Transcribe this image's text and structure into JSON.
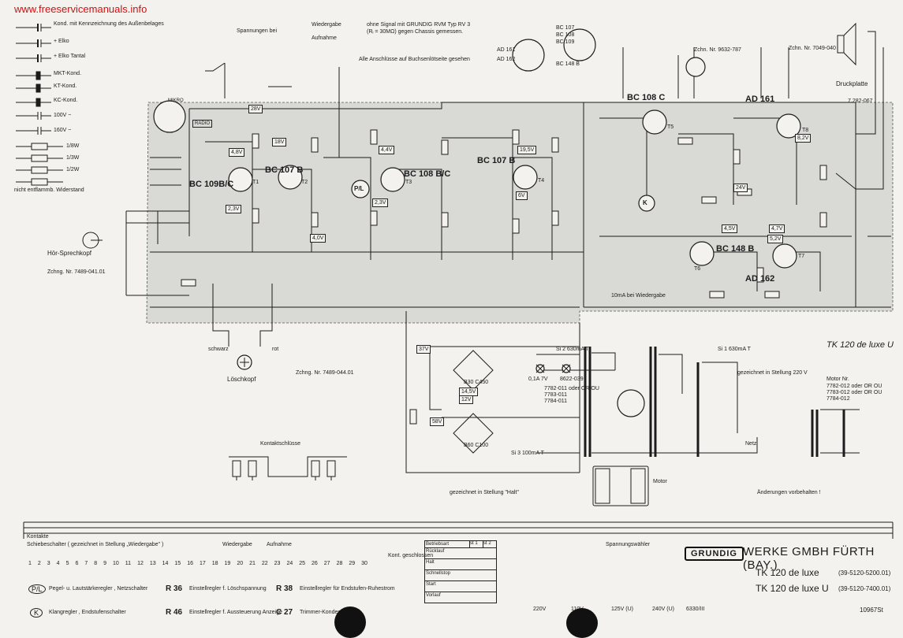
{
  "header": {
    "url": "www.freeservicemanuals.info"
  },
  "component_legend": [
    "Kond. mit Kennzeichnung des Außenbelages",
    "+ Elko",
    "+ Elko Tantal",
    "MKT-Kond.",
    "KT-Kond.",
    "KC-Kond.",
    "100V ~",
    "160V ~",
    "1/8W",
    "1/3W",
    "1/2W",
    "nicht entflammb. Widerstand"
  ],
  "notes": {
    "voltages": "Spannungen bei",
    "playback": "Wiedergabe",
    "record": "Aufnahme",
    "meter_note": "ohne Signal mit GRUNDIG RVM Typ RV 3",
    "measure_note": "(Rᵢ = 30MΩ) gegen Chassis gemessen.",
    "connections_note": "Alle Anschlüsse auf Buchsenlötseite gesehen",
    "printed_board": "Druckplatte",
    "board_no": "7.282-067"
  },
  "transistors": [
    {
      "id": "bc109",
      "label": "BC 109B/C",
      "name": "T1"
    },
    {
      "id": "bc107a",
      "label": "BC 107 B",
      "name": "T2"
    },
    {
      "id": "bc108a",
      "label": "BC 108 B/C",
      "name": "T3"
    },
    {
      "id": "bc107b",
      "label": "BC 107 B",
      "name": "T4"
    },
    {
      "id": "bc108c",
      "label": "BC 108 C",
      "name": "T5"
    },
    {
      "id": "ad161",
      "label": "AD 161",
      "name": "T8"
    },
    {
      "id": "bc148",
      "label": "BC 148 B",
      "name": "T6"
    },
    {
      "id": "ad162",
      "label": "AD 162",
      "name": "T7"
    }
  ],
  "top_semis": [
    "AD 161",
    "AD 162",
    "BC 107",
    "BC 108",
    "BC 109",
    "BC 148 B"
  ],
  "voltages": [
    "28V",
    "18V",
    "8,2V",
    "4,8V",
    "2,3V",
    "4,0V",
    "4,4V",
    "19,5V",
    "2,3V",
    "6V",
    "24V",
    "4,5V",
    "4,7V",
    "5,2V",
    "37V",
    "14,5V",
    "12V",
    "58V"
  ],
  "parts": {
    "mikro": "MIKRO",
    "radio": "RADIO",
    "pl": "P/L",
    "k": "K",
    "head": "Hör-Sprechkopf",
    "head_no": "Zchng. Nr. 7489-041.01",
    "erase": "Löschkopf",
    "erase_no": "Zchng. Nr. 7489-044.01",
    "schwarz": "schwarz",
    "rot": "rot",
    "kontakt": "Kontaktschlüsse",
    "meter_no": "Zchn. Nr. 9632-787",
    "speaker_no": "Zchn. Nr. 7049-040",
    "repro": "10mA bei Wiedergabe",
    "si1": "Si 1 630mA T",
    "si2": "Si 2 630mA T",
    "si3": "Si 3 100mA T",
    "lamp1": "0,1A 7V",
    "lamp2": "8622-039",
    "g1": "B30 C450",
    "g2": "B60 C100",
    "netz": "Netz",
    "motor": "Motor",
    "drawn": "gezeichnet in Stellung 220 V",
    "halt": "gezeichnet in Stellung \"Halt\"",
    "changes": "Änderungen vorbehalten !",
    "tk_u": "TK 120 de luxe U",
    "motor_nr": "Motor Nr.",
    "motor_list": [
      "7782-012 oder OR OU",
      "7783-012 oder OR OU",
      "7784-012"
    ],
    "motor_list2": [
      "7782-011 oder OR OU",
      "7783-011",
      "7784-011"
    ]
  },
  "bottom": {
    "contacts_label": "Kontakte",
    "switch_title": "Schiebeschalter ( gezeichnet in Stellung „Wiedergabe\" )",
    "positions": [
      "1",
      "2",
      "3",
      "4",
      "5",
      "6",
      "7",
      "8",
      "9",
      "10",
      "11",
      "12",
      "13",
      "14",
      "15",
      "16",
      "17",
      "18",
      "19",
      "20",
      "21",
      "22",
      "23",
      "24",
      "25",
      "26",
      "27",
      "28",
      "29",
      "30"
    ],
    "wiedergabe": "Wiedergabe",
    "aufnahme": "Aufnahme",
    "legend": [
      {
        "sym": "P/L",
        "text": "Pegel- u. Lautstärkeregler , Netzschalter"
      },
      {
        "sym": "K",
        "text": "Klangregler , Endstufenschalter"
      },
      {
        "sym": "R 36",
        "text": "Einstellregler f. Löschspannung"
      },
      {
        "sym": "R 46",
        "text": "Einstellregler f. Aussteuerung Anzeige"
      },
      {
        "sym": "R 38",
        "text": "Einstellregler für Endstufen-Ruhestrom"
      },
      {
        "sym": "C 27",
        "text": "Trimmer-Kondensator"
      }
    ],
    "kont": "Kont. geschlossen",
    "table_rows": [
      "Betriebsart",
      "Rücklauf",
      "Halt",
      "Schnellstop",
      "Start",
      "Vorlauf"
    ],
    "table_cols": [
      "st 1",
      "st 2"
    ],
    "voltage_selector": "Spannungswähler",
    "volt_options": [
      "220V",
      "110V",
      "125V (U)",
      "240V (U)"
    ],
    "brand": "GRUNDIG",
    "company": "WERKE GMBH FÜRTH (BAY.)",
    "model1": "TK 120 de luxe",
    "model1_code": "(39-5120-5200.01)",
    "model2": "TK 120 de luxe U",
    "model2_code": "(39-5120-7400.01)",
    "drawing_no": "6330/III",
    "sheet_no": "10967St"
  }
}
